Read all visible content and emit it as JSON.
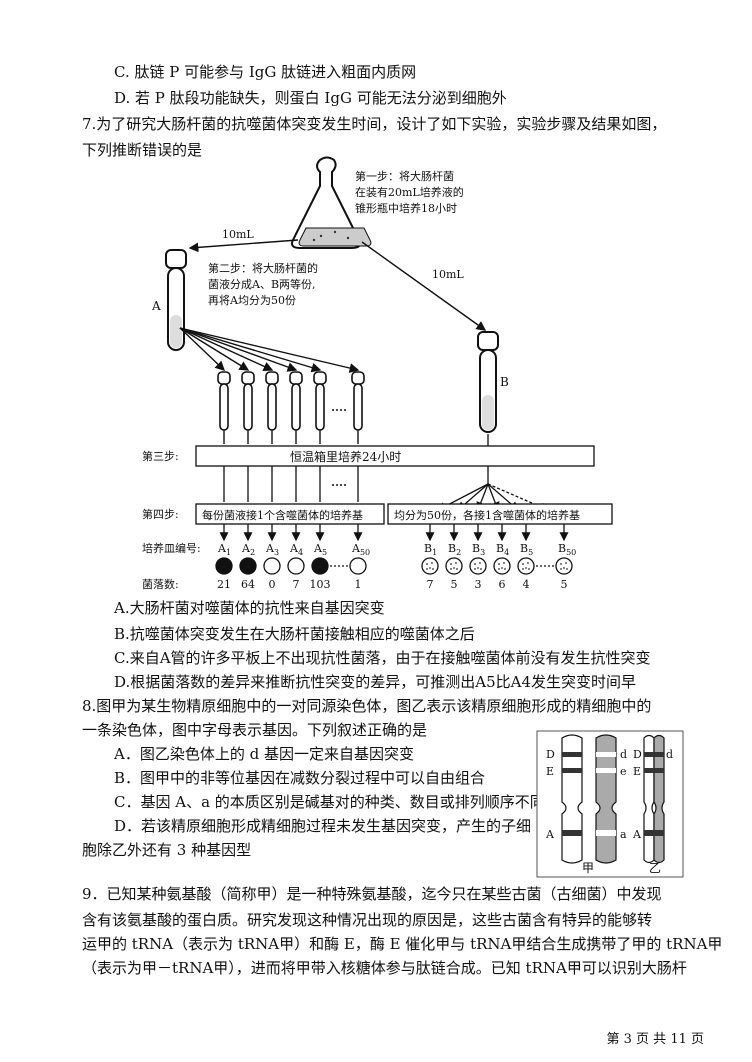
{
  "q6": {
    "opt_c": "C. 肽链 P 可能参与 IgG 肽链进入粗面内质网",
    "opt_d": "D. 若 P 肽段功能缺失，则蛋白 IgG 可能无法分泌到细胞外"
  },
  "q7": {
    "stem1": "7.为了研究大肠杆菌的抗噬菌体突变发生时间，设计了如下实验，实验步骤及结果如图，",
    "stem2": "下列推断错误的是",
    "fig": {
      "step1": [
        "第一步：将大肠杆菌",
        "在装有20mL培养液的",
        "锥形瓶中培养18小时"
      ],
      "vol_left": "10mL",
      "vol_right": "10mL",
      "step2": [
        "第二步：将大肠杆菌的",
        "菌液分成A、B两等份,",
        "再将A均分为50份"
      ],
      "tube_a": "A",
      "tube_b": "B",
      "step3_label": "第三步:",
      "step3_box": "恒温箱里培养24小时",
      "step4_label": "第四步:",
      "step4_box_left": "每份菌液接1个含噬菌体的培养基",
      "step4_box_right": "均分为50份，各接1含噬菌体的培养基",
      "dish_label": "培养皿编号:",
      "colony_label": "菌落数:",
      "dishes_a": [
        {
          "id": "A",
          "sub": "1",
          "count": "21",
          "fill": "black"
        },
        {
          "id": "A",
          "sub": "2",
          "count": "64",
          "fill": "black"
        },
        {
          "id": "A",
          "sub": "3",
          "count": "0",
          "fill": "white"
        },
        {
          "id": "A",
          "sub": "4",
          "count": "7",
          "fill": "white"
        },
        {
          "id": "A",
          "sub": "5",
          "count": "103",
          "fill": "black"
        },
        {
          "id": "A",
          "sub": "50",
          "count": "1",
          "fill": "white"
        }
      ],
      "dishes_b": [
        {
          "id": "B",
          "sub": "1",
          "count": "7"
        },
        {
          "id": "B",
          "sub": "2",
          "count": "5"
        },
        {
          "id": "B",
          "sub": "3",
          "count": "3"
        },
        {
          "id": "B",
          "sub": "4",
          "count": "6"
        },
        {
          "id": "B",
          "sub": "5",
          "count": "4"
        },
        {
          "id": "B",
          "sub": "50",
          "count": "5"
        }
      ]
    },
    "opt_a": "A.大肠杆菌对噬菌体的抗性来自基因突变",
    "opt_b": "B.抗噬菌体突变发生在大肠杆菌接触相应的噬菌体之后",
    "opt_c": "C.来自A管的许多平板上不出现抗性菌落，由于在接触噬菌体前没有发生抗性突变",
    "opt_d": "D.根据菌落数的差异来推断抗性突变的差异，可推测出A5比A4发生突变时间早"
  },
  "q8": {
    "stem1": "8.图甲为某生物精原细胞中的一对同源染色体，图乙表示该精原细胞形成的精细胞中的",
    "stem2": "一条染色体，图中字母表示基因。下列叙述正确的是",
    "opt_a": "A．图乙染色体上的 d 基因一定来自基因突变",
    "opt_b": "B．图甲中的非等位基因在减数分裂过程中可以自由组合",
    "opt_c": "C．基因 A、a 的本质区别是碱基对的种类、数目或排列顺序不同",
    "opt_d": "D．若该精原细胞形成精细胞过程未发生基因突变，产生的子细",
    "opt_d2": "胞除乙外还有 3 种基因型",
    "fig": {
      "left_labels": [
        "D",
        "E",
        "A"
      ],
      "right_labels": [
        "d",
        "e",
        "a"
      ],
      "yi_labels": [
        "D",
        "E",
        "A"
      ],
      "right_side_d": "d",
      "jia": "甲",
      "yi": "乙"
    }
  },
  "q9": {
    "line1": "9．已知某种氨基酸（简称甲）是一种特殊氨基酸，迄今只在某些古菌（古细菌）中发现",
    "line2": "含有该氨基酸的蛋白质。研究发现这种情况出现的原因是，这些古菌含有特异的能够转",
    "line3": "运甲的 tRNA（表示为 tRNA甲）和酶 E，酶 E 催化甲与 tRNA甲结合生成携带了甲的 tRNA甲",
    "line4": "（表示为甲－tRNA甲），进而将甲带入核糖体参与肽链合成。已知 tRNA甲可以识别大肠杆"
  },
  "footer": "第 3 页 共 11 页"
}
